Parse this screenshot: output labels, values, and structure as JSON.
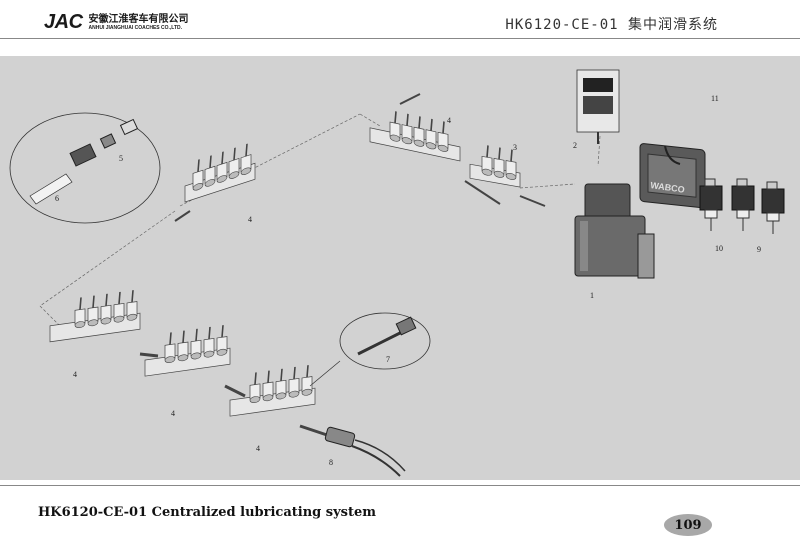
{
  "header": {
    "logo_mark": "JAC",
    "logo_cn": "安徽江淮客车有限公司",
    "logo_en": "ANHUI JIANGHUAI COACHES CO.,LTD.",
    "doc_title": "HK6120-CE-01 集中润滑系统"
  },
  "diagram": {
    "part_labels": {
      "p1": "1",
      "p2": "2",
      "p3": "3",
      "p4a": "4",
      "p4b": "4",
      "p4c": "4",
      "p4d": "4",
      "p4e": "4",
      "p5": "5",
      "p6": "6",
      "p7": "7",
      "p8": "8",
      "p9": "9",
      "p10": "10",
      "p11": "11"
    },
    "controller_brand": "WABCO"
  },
  "footer": {
    "caption": "HK6120-CE-01 Centralized lubricating system",
    "page_number": "109"
  },
  "colors": {
    "diagram_bg": "#d2d2d2",
    "page_badge": "#a8a8a8"
  }
}
